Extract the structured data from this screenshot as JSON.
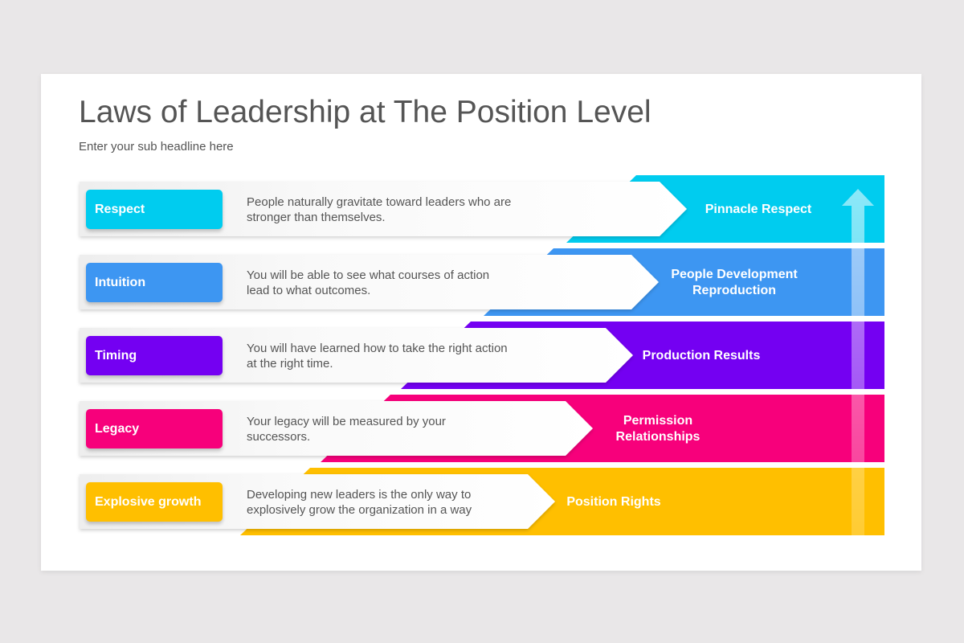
{
  "slide": {
    "title": "Laws of Leadership at The Position Level",
    "subtitle": "Enter your sub headline here"
  },
  "rows": [
    {
      "label": "Respect",
      "desc_line1": "People naturally gravitate toward leaders who are",
      "desc_line2": "stronger than themselves.",
      "right_line1": "Pinnacle Respect",
      "right_line2": "",
      "color": "#00ccef"
    },
    {
      "label": "Intuition",
      "desc_line1": "You will be able to see what courses of action",
      "desc_line2": "lead to what outcomes.",
      "right_line1": "People Development",
      "right_line2": "Reproduction",
      "color": "#3d96f2"
    },
    {
      "label": "Timing",
      "desc_line1": "You will have learned how to take the right action",
      "desc_line2": "at the right time.",
      "right_line1": "Production Results",
      "right_line2": "",
      "color": "#7400f2"
    },
    {
      "label": "Legacy",
      "desc_line1": "Your legacy will be measured by your",
      "desc_line2": "successors.",
      "right_line1": "Permission",
      "right_line2": "Relationships",
      "color": "#f7007b"
    },
    {
      "label": "Explosive growth",
      "desc_line1": "Developing new leaders is the only way to",
      "desc_line2": "explosively grow the organization in a way",
      "right_line1": "Position Rights",
      "right_line2": "",
      "color": "#ffbf00"
    }
  ],
  "icons": {
    "arrow": "up-arrow-icon"
  }
}
